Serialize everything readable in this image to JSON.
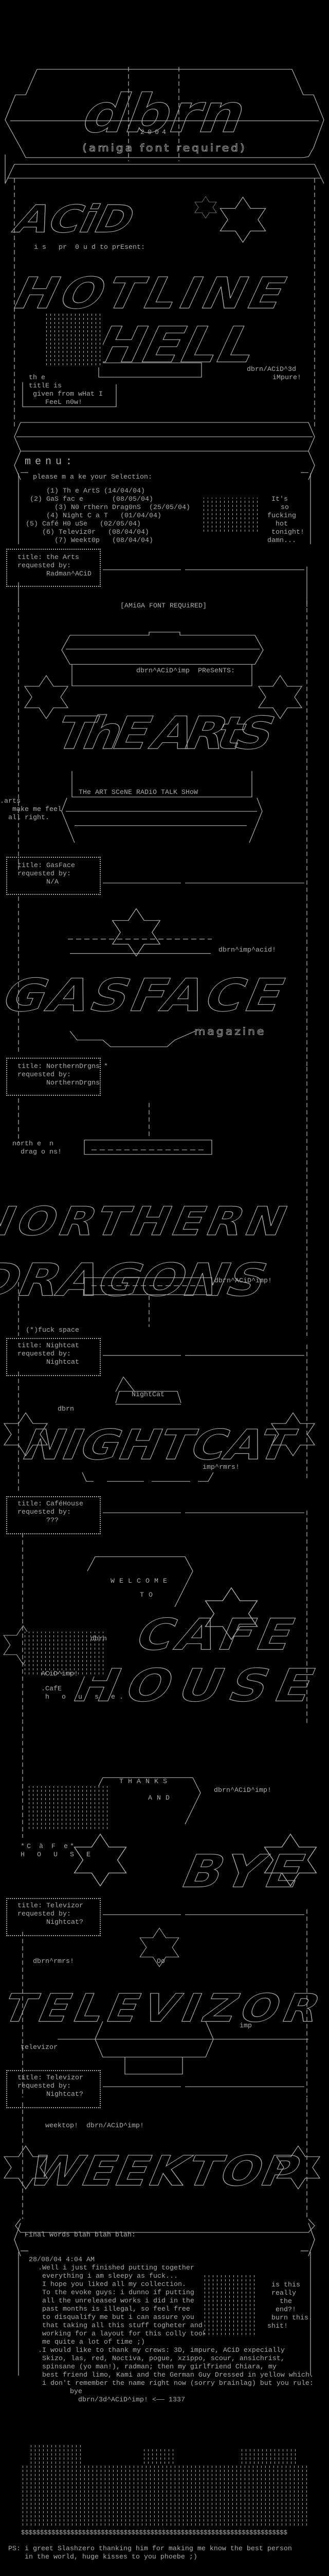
{
  "header": {
    "logo": "dbrn",
    "year": "2004",
    "amiga_notice_fancy": "(amiga font required)",
    "crew_logo": "ACiD",
    "proud": "i s   pr  0 u d to prEsent:",
    "title_logo_1": "HOTLINE",
    "title_logo_2": "HELL",
    "credit_1": "dbrn/ACiD^3d",
    "credit_2": "iMpure!",
    "title_note": [
      "th e",
      "titlE is",
      "given from wHat I",
      "FeeL n0w!"
    ]
  },
  "menu": {
    "heading": "menu:",
    "prompt": "please m a ke your Selection:",
    "items": [
      {
        "num": "(1)",
        "label": "Th e ArtS",
        "date": "(14/04/04)"
      },
      {
        "num": "(2)",
        "label": "GaS fac e",
        "date": "(08/05/04)"
      },
      {
        "num": "(3)",
        "label": "N0 rthern Drag0nS",
        "date": "(25/05/04)"
      },
      {
        "num": "(4)",
        "label": "Night C a T",
        "date": "(01/04/04)"
      },
      {
        "num": "(5)",
        "label": "Café H0 uSe",
        "date": "(02/05/04)"
      },
      {
        "num": "(6)",
        "label": "Televiz0r",
        "date": "(08/04/04)"
      },
      {
        "num": "(7)",
        "label": "Weekt0p",
        "date": "(08/04/04)"
      }
    ],
    "side_note": [
      "It's",
      "so",
      "fucking",
      "hot",
      "tonight!",
      "damn..."
    ]
  },
  "sections": {
    "arts": {
      "request": {
        "title": "title: the Arts",
        "requested": "requested by:",
        "by": "Radman^ACiD"
      },
      "amiga": "[AMiGA FONT REQUiRED]",
      "presents": "dbrn^ACiD^imp  PReSeNTS:",
      "logo": "ThE ARtS",
      "subtitle": "THe ART SCeNE RADiO TALK SHoW",
      "note": [
        ".arts",
        "make me feel",
        "all right."
      ]
    },
    "gasface": {
      "request": {
        "title": "title: GasFace",
        "requested": "requested by:",
        "by": "N/A"
      },
      "credit": "dbrn^imp^acid!",
      "logo": "GASFACE",
      "sub": "magazine"
    },
    "northern": {
      "request": {
        "title": "title: NorthernDrgns *",
        "requested": "requested by:",
        "by": "NorthernDrgns"
      },
      "note": [
        "north e  n",
        "drag o ns!"
      ],
      "logo_1": "NORTHERN",
      "logo_2": "DRAGONS",
      "credit": "dbrn^ACiD^imp!",
      "footnote": "(*)fuck space"
    },
    "nightcat": {
      "request": {
        "title": "title: Nightcat",
        "requested": "requested by:",
        "by": "Nightcat"
      },
      "tag": "NightCat",
      "credit": "dbrn",
      "logo": "NIGHTCAT",
      "credit_2": "imp^rmrs!"
    },
    "cafe": {
      "request": {
        "title": "title: CaféHouse",
        "requested": "requested by:",
        "by": "???"
      },
      "welcome": "WELCOME",
      "to": "TO",
      "credit": "dbrn",
      "logo": "CAFE",
      "logo_2": "HOUSE",
      "credit_2": "ACiD^imp!",
      "note": [
        ".CafE",
        "h o u s e."
      ],
      "thanks": "THANKS",
      "and": "AND",
      "credit_3": "dbrn^ACiD^imp!",
      "bye_logo": "BYE",
      "note_2": [
        "*C à F e*",
        "H O U S E"
      ]
    },
    "televizor": {
      "request": {
        "title": "title: Televizor",
        "requested": "requested by:",
        "by": "Nightcat?"
      },
      "credit": "dbrn^rmrs!",
      "eyes": "Oo",
      "logo": "TELEVIZOR",
      "credit_2": "imp",
      "note": "televizor"
    },
    "weektop": {
      "request": {
        "title": "title: Televizor",
        "requested": "requested by:",
        "by": "Nightcat?"
      },
      "credit": "weektop!  dbrn/ACiD^imp!",
      "logo": "WEEKTOP"
    }
  },
  "final": {
    "heading": "Final Words blah blah blah:",
    "date": "28/08/04 4:04 AM",
    "lines": [
      ".Well i just finished putting together",
      " everything i am sleepy as fuck...",
      " I hope you liked all my collection.",
      " To the evoke guys: i dunno if putting",
      " all the unreleased works i did in the",
      " past months is illegal, so feel free",
      " to disqualify me but i can assure you",
      " that taking all this stuff togheter and",
      " working for a layout for this colly took",
      " me quite a lot of time ;)",
      ".I would like to thank my crews: 3D, impure, ACiD expecially",
      " Skizo, las, red, Noctiva, pogue, xzippo, scour, ansichrist,",
      " spinsane (yo man!), radman; then my girlfriend Chiara, my",
      " best friend limo, Kami and the German Guy Dressed in yellow which.",
      " i don't remember the name right now (sorry brainlag) but you rule:"
    ],
    "bye": "bye",
    "signature": "dbrn/3d^ACiD^imp! <—— 1337",
    "side_note": [
      "is this",
      "really",
      "the",
      "end?!",
      "burn this.",
      "shit!"
    ],
    "money_row": "$$$$$$$$$$$$$$$$$$$$$$$$$$$$$$$$$$$$$$$$$$$$$$$$$$$$$$$$$$$$$$$$$$$$$$",
    "ps": [
      "PS: i greet Slashzero thanking him for making me know the best person",
      "    in the world, huge kisses to you phoebe ;)"
    ]
  },
  "colors": {
    "background": "#000000",
    "text": "#aaaaaa"
  }
}
